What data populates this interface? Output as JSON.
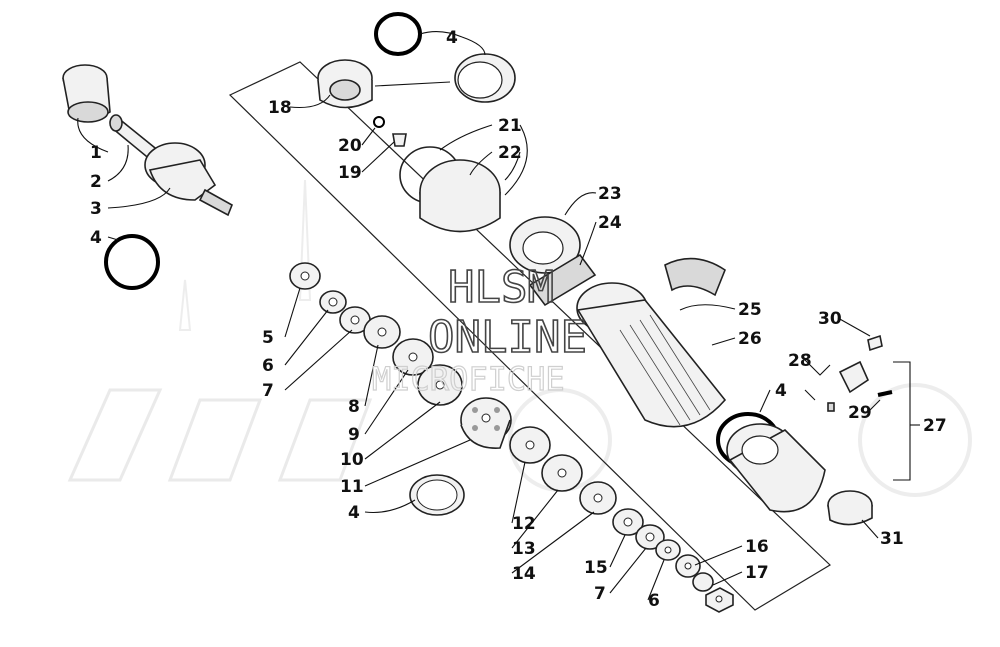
{
  "diagram": {
    "watermark": {
      "line1": "HLSM",
      "line2": "ONLINE",
      "line3": "MICROFICHE"
    },
    "callouts": {
      "c1": "1",
      "c2": "2",
      "c3": "3",
      "c4a": "4",
      "c4b": "4",
      "c4c": "4",
      "c4d": "4",
      "c5": "5",
      "c6a": "6",
      "c6b": "6",
      "c7a": "7",
      "c7b": "7",
      "c8": "8",
      "c9": "9",
      "c10": "10",
      "c11": "11",
      "c12": "12",
      "c13": "13",
      "c14": "14",
      "c15": "15",
      "c16": "16",
      "c17": "17",
      "c18": "18",
      "c19": "19",
      "c20": "20",
      "c21": "21",
      "c22": "22",
      "c23": "23",
      "c24": "24",
      "c25": "25",
      "c26": "26",
      "c27": "27",
      "c28": "28",
      "c29": "29",
      "c30": "30",
      "c31": "31"
    }
  }
}
